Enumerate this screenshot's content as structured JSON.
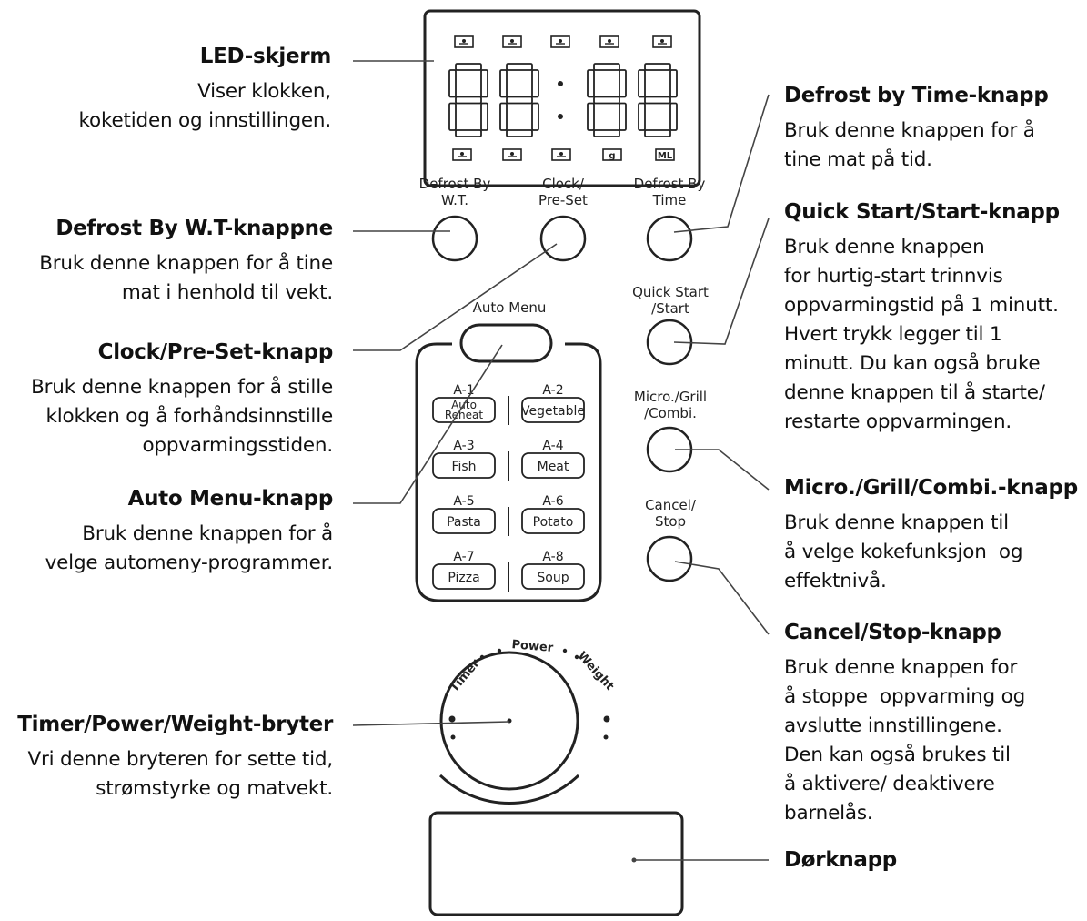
{
  "display": {
    "digits": "88:88",
    "top_icons": [
      "defrost-icon",
      "grill-icon",
      "combi-icon",
      "auto-cook-icon",
      "microwave-icon"
    ],
    "bottom_icons": [
      "power-icon",
      "clock-icon",
      "auto-menu-icon",
      "gram-icon",
      "ml-icon"
    ],
    "bottom_labels": {
      "gram": "g",
      "ml": "ML"
    }
  },
  "panel": {
    "defrost_wt_label": "Defrost By\nW.T.",
    "clock_label": "Clock/\nPre-Set",
    "defrost_time_label": "Defrost By\nTime",
    "quick_start_label": "Quick Start\n/Start",
    "micro_label": "Micro./Grill\n/Combi.",
    "cancel_label": "Cancel/\nStop",
    "auto_menu_label": "Auto Menu",
    "auto_menu": [
      {
        "code": "A-1",
        "name": "Auto\nReheat"
      },
      {
        "code": "A-2",
        "name": "Vegetable"
      },
      {
        "code": "A-3",
        "name": "Fish"
      },
      {
        "code": "A-4",
        "name": "Meat"
      },
      {
        "code": "A-5",
        "name": "Pasta"
      },
      {
        "code": "A-6",
        "name": "Potato"
      },
      {
        "code": "A-7",
        "name": "Pizza"
      },
      {
        "code": "A-8",
        "name": "Soup"
      }
    ],
    "dial_labels": [
      "Timer",
      "Power",
      "Weight"
    ]
  },
  "annotations": {
    "led": {
      "title": "LED-skjerm",
      "desc": "Viser klokken,\nkoketiden og innstillingen."
    },
    "defrost_wt": {
      "title": "Defrost By W.T-knappne",
      "desc": "Bruk denne knappen for å tine\nmat i henhold til vekt."
    },
    "clock": {
      "title": "Clock/Pre-Set-knapp",
      "desc": "Bruk denne knappen for å stille\nklokken og å forhåndsinnstille\noppvarmingsstiden."
    },
    "auto_menu": {
      "title": "Auto Menu-knapp",
      "desc": "Bruk denne knappen for å\nvelge automeny-programmer."
    },
    "dial": {
      "title": "Timer/Power/Weight-bryter",
      "desc": "Vri denne bryteren for sette tid,\nstrømstyrke og matvekt."
    },
    "defrost_time": {
      "title": "Defrost by Time-knapp",
      "desc": "Bruk denne knappen for å\ntine mat på tid."
    },
    "quick_start": {
      "title": "Quick Start/Start-knapp",
      "desc": "Bruk denne knappen\nfor hurtig-start trinnvis\noppvarmingstid på 1 minutt.\nHvert trykk legger til 1\nminutt. Du kan også bruke\ndenne knappen til å starte/\nrestarte oppvarmingen."
    },
    "micro": {
      "title": "Micro./Grill/Combi.-knapp",
      "desc": "Bruk denne knappen til\nå velge kokefunksjon  og\neffektnivå."
    },
    "cancel": {
      "title": "Cancel/Stop-knapp",
      "desc": "Bruk denne knappen for\nå stoppe  oppvarming og\navslutte innstillingene.\nDen kan også brukes til\nå aktivere/ deaktivere\nbarnelås."
    },
    "door": {
      "title": "Dørknapp"
    }
  }
}
